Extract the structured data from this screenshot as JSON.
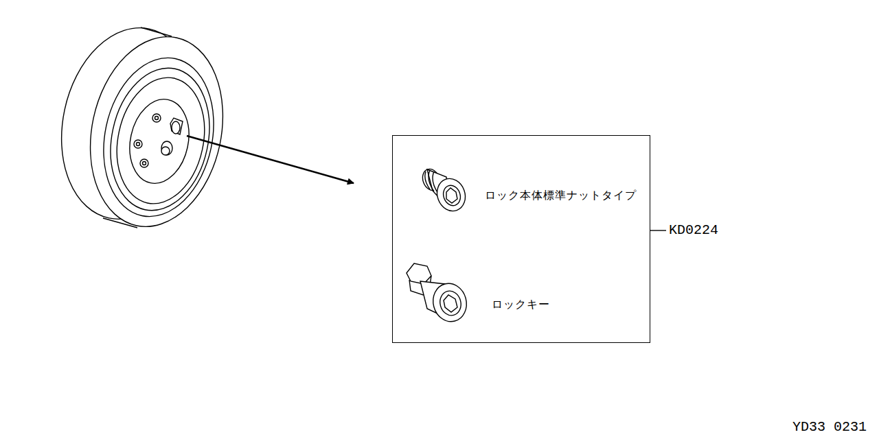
{
  "diagram": {
    "nodes": [
      {
        "text": [
          "ロック本体標準ナットタイプ",
          "ロックキー"
        ]
      }
    ],
    "labels": [
      "KD0224",
      "YD33 0231"
    ]
  }
}
